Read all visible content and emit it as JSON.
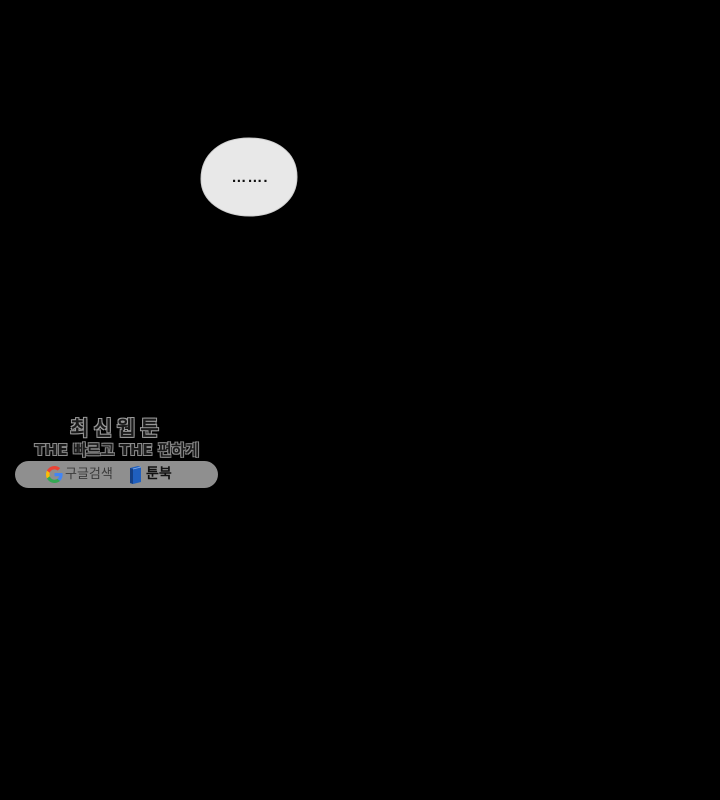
{
  "speech_bubble": {
    "text": "……."
  },
  "watermark": {
    "title": "최신웹툰",
    "subtitle": "THE 빠르고 THE 편하게",
    "search_label": "구글검색",
    "brand_label": "툰북"
  },
  "colors": {
    "background": "#000000",
    "bubble_fill": "#e8e8e8",
    "pill_fill": "#8f8f8f",
    "google_blue": "#4285F4",
    "google_red": "#EA4335",
    "google_yellow": "#FBBC05",
    "google_green": "#34A853",
    "book_blue": "#1f5fbf"
  },
  "icons": {
    "search": "google-g-icon",
    "brand": "book-icon"
  }
}
